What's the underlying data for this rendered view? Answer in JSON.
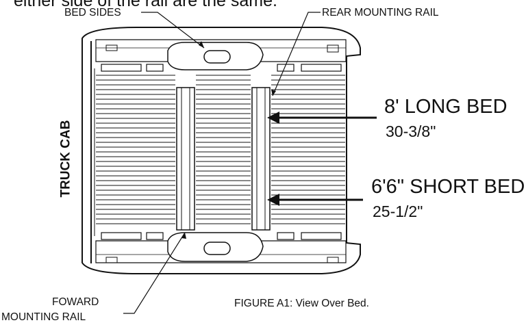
{
  "figure": {
    "cut_text": "either side of the rail are the same.",
    "labels": {
      "bed_sides": "BED SIDES",
      "rear_mounting_rail": "REAR MOUNTING RAIL",
      "truck_cab": "TRUCK CAB",
      "long_bed": "8' LONG BED",
      "long_bed_dim": "30-3/8\"",
      "short_bed": "6'6\" SHORT BED",
      "short_bed_dim": "25-1/2\"",
      "forward_rail_line1": "FOWARD",
      "forward_rail_line2": "MOUNTING RAIL"
    },
    "caption": "FIGURE A1: View Over Bed."
  }
}
